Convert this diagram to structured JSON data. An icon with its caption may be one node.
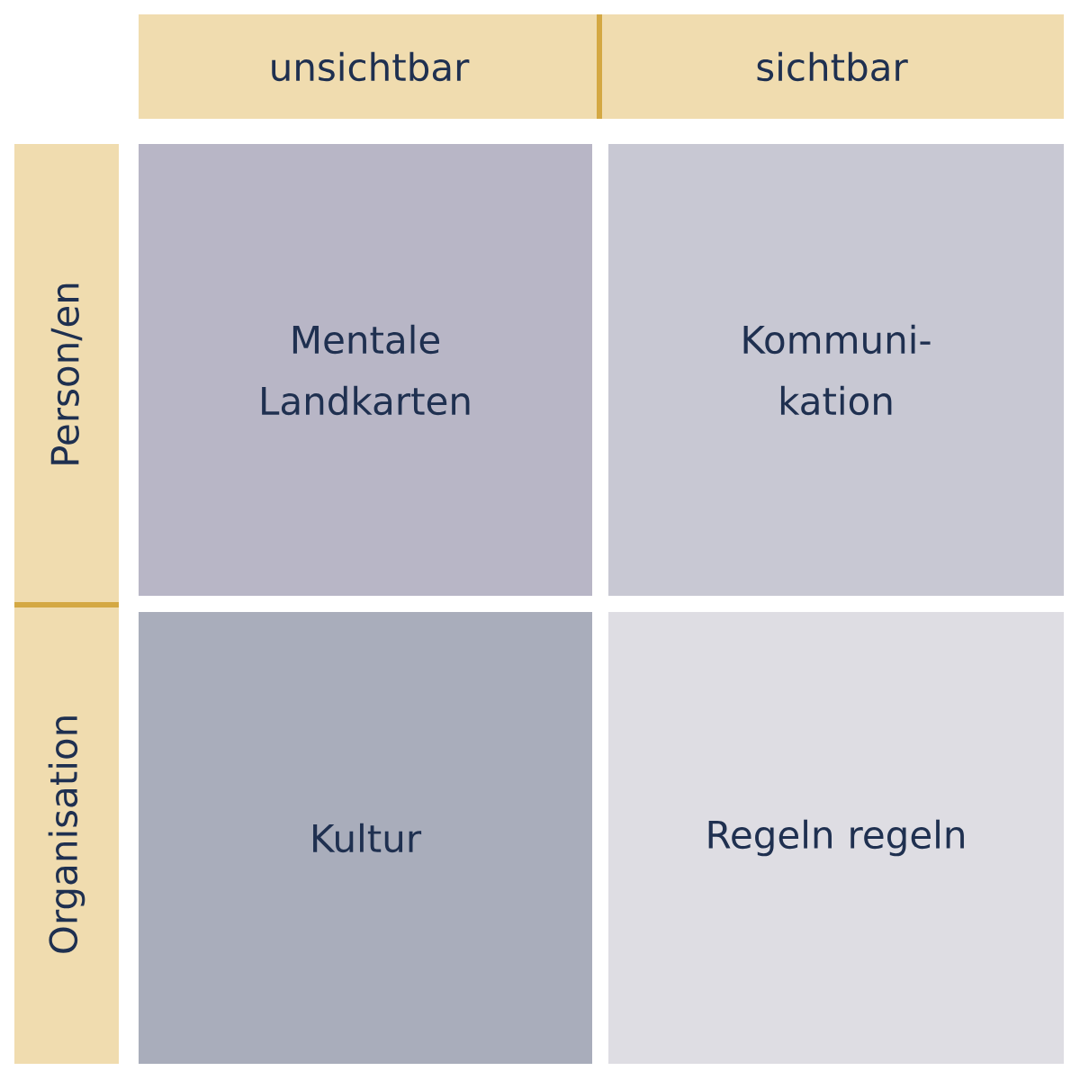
{
  "diagram": {
    "nodes": [
      {
        "text": [
          "unsichtbar"
        ]
      },
      {
        "text": [
          "sichtbar"
        ]
      },
      {
        "text": [
          "Person/en"
        ]
      },
      {
        "text": [
          "Organisation"
        ]
      },
      {
        "text": [
          "Mentale Landkarten"
        ]
      },
      {
        "text": [
          "Kommuni- kation"
        ]
      },
      {
        "text": [
          "Kultur"
        ]
      },
      {
        "text": [
          "Regeln regeln"
        ]
      }
    ]
  }
}
